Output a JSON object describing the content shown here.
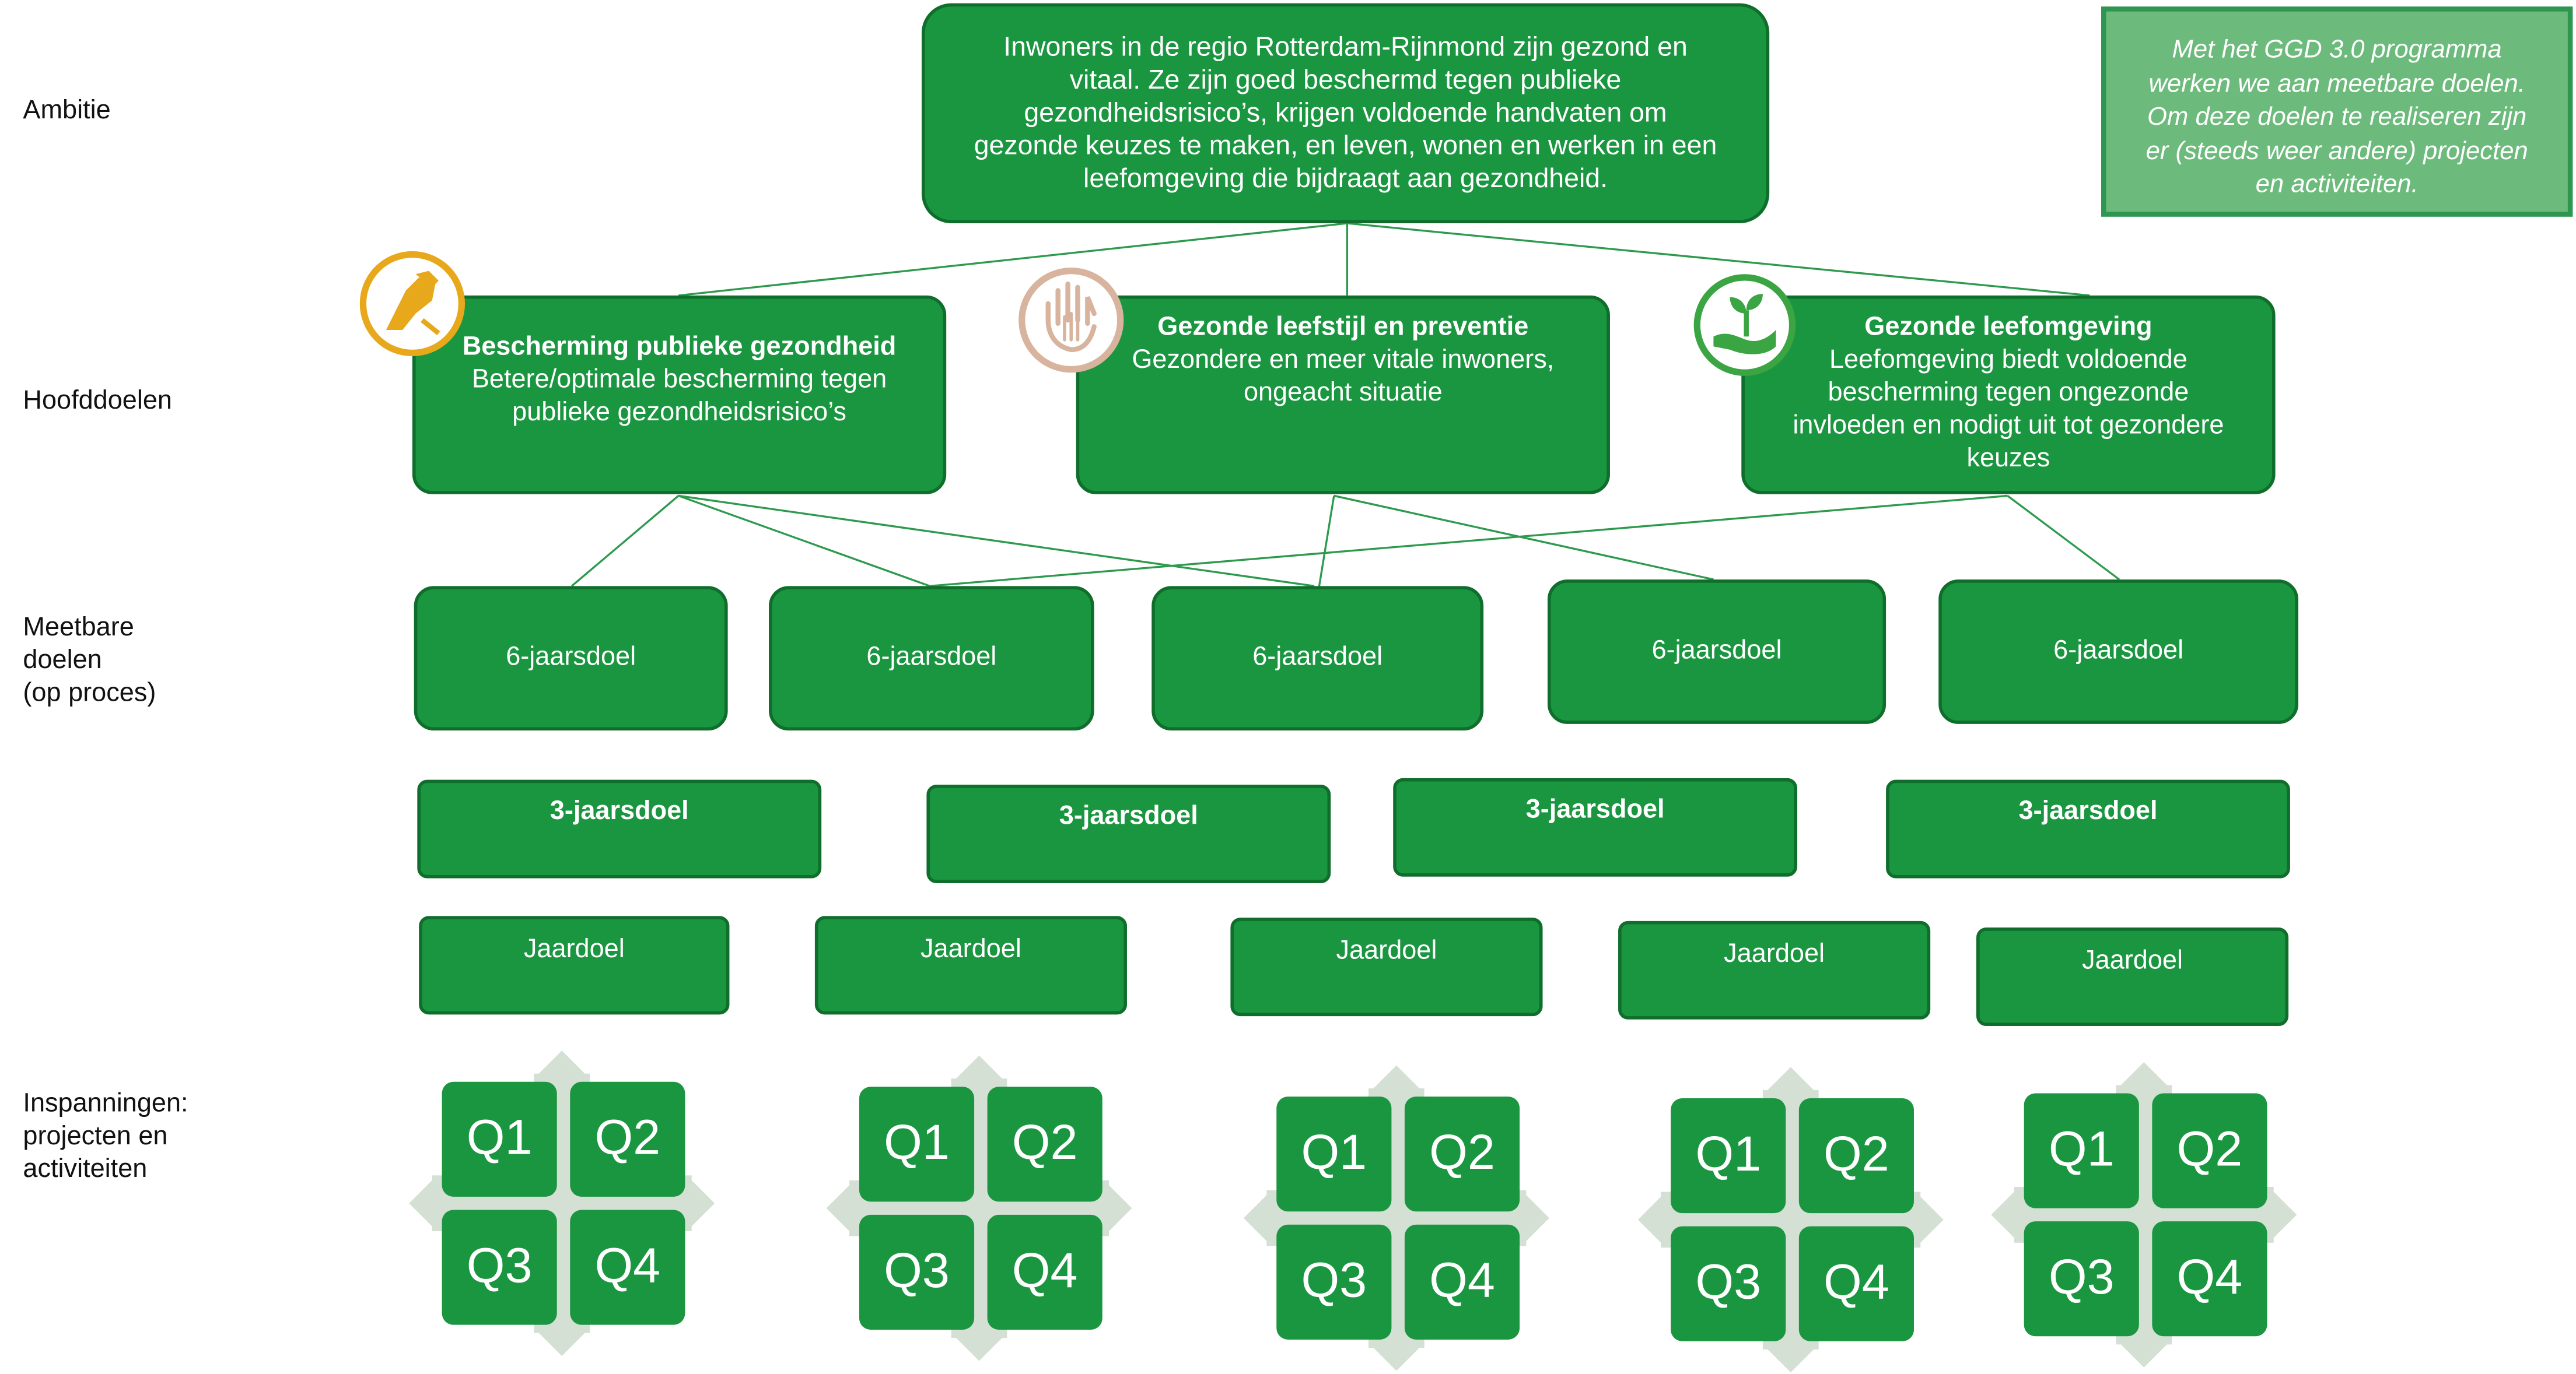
{
  "labels": {
    "ambitie": "Ambitie",
    "hoofddoelen": "Hoofddoelen",
    "meetbare": [
      "Meetbare",
      "doelen",
      "(op proces)"
    ],
    "inspanningen": [
      "Inspanningen:",
      "projecten  en",
      "activiteiten"
    ]
  },
  "ambition": {
    "lines": [
      "Inwoners in de regio Rotterdam-Rijnmond zijn gezond en",
      "vitaal. Ze zijn goed beschermd tegen publieke",
      "gezondheidsrisico’s, krijgen voldoende handvaten om",
      "gezonde keuzes te maken, en leven, wonen en  werken in een",
      "leefomgeving die bijdraagt aan gezondheid."
    ]
  },
  "note": {
    "lines": [
      "Met het GGD 3.0 programma",
      "werken we aan meetbare doelen.",
      "Om deze doelen te realiseren zijn",
      "er (steeds weer andere) projecten",
      "en activiteiten."
    ]
  },
  "hoofddoelen": [
    {
      "title": "Bescherming publieke gezondheid",
      "lines": [
        "Betere/optimale bescherming tegen",
        "publieke gezondheidsrisico’s"
      ],
      "icon": "handshake-icon",
      "icon_color": "#e8a81c"
    },
    {
      "title": "Gezonde leefstijl en preventie",
      "lines": [
        "Gezondere en meer vitale inwoners,",
        "ongeacht situatie"
      ],
      "icon": "hands-icon",
      "icon_color": "#d8b49e"
    },
    {
      "title": "Gezonde leefomgeving",
      "lines": [
        "Leefomgeving biedt voldoende",
        "bescherming  tegen ongezonde",
        "invloeden en nodigt uit tot gezondere",
        "keuzes"
      ],
      "icon": "plant-in-hand-icon",
      "icon_color": "#3aa542"
    }
  ],
  "zesjaarsdoelen": [
    "6-jaarsdoel",
    "6-jaarsdoel",
    "6-jaarsdoel",
    "6-jaarsdoel",
    "6-jaarsdoel"
  ],
  "driejaarsdoelen": [
    "3-jaarsdoel",
    "3-jaarsdoel",
    "3-jaarsdoel",
    "3-jaarsdoel"
  ],
  "jaardoelen": [
    "Jaardoel",
    "Jaardoel",
    "Jaardoel",
    "Jaardoel",
    "Jaardoel"
  ],
  "quarters": [
    "Q1",
    "Q2",
    "Q3",
    "Q4"
  ],
  "colors": {
    "box": "#1b9640",
    "border": "#0f6e2b",
    "note": "#6dbb7c",
    "connector": "#2e9a4e",
    "arrows": "#d3e0d3"
  }
}
